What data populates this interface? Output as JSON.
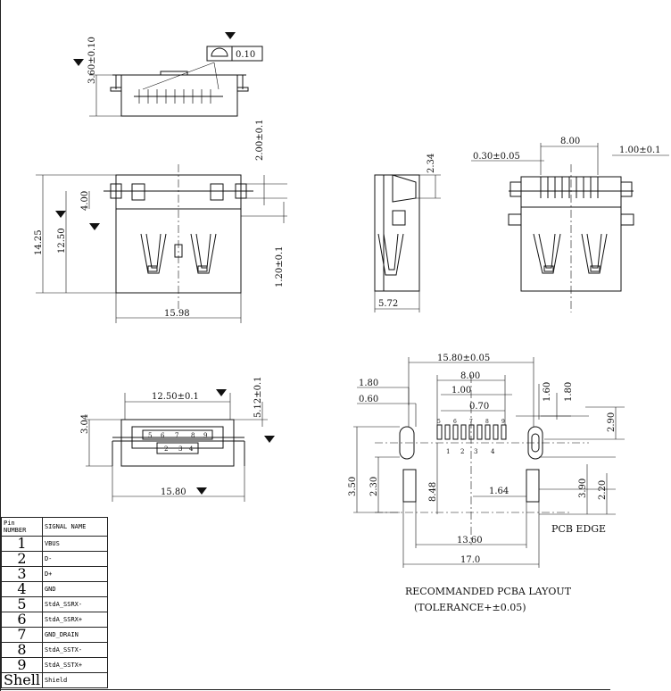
{
  "pin_table": {
    "header_pin": "Pin NUMBER",
    "header_signal": "SIGNAL NAME",
    "rows": [
      {
        "pin": "1",
        "signal": "VBUS"
      },
      {
        "pin": "2",
        "signal": "D-"
      },
      {
        "pin": "3",
        "signal": "D+"
      },
      {
        "pin": "4",
        "signal": "GND"
      },
      {
        "pin": "5",
        "signal": "StdA_SSRX-"
      },
      {
        "pin": "6",
        "signal": "StdA_SSRX+"
      },
      {
        "pin": "7",
        "signal": "GND_DRAIN"
      },
      {
        "pin": "8",
        "signal": "StdA_SSTX-"
      },
      {
        "pin": "9",
        "signal": "StdA_SSTX+"
      },
      {
        "pin": "Shell",
        "signal": "Shield"
      }
    ]
  },
  "dimensions": {
    "side_height": "3.60±0.10",
    "flatness": "0.10",
    "top_tail": "2.00±0.1",
    "overall_len": "14.25",
    "body_len": "12.50",
    "inset": "4.00",
    "tab": "1.20±0.1",
    "width_top": "15.98",
    "side_2_34": "2.34",
    "side_5_72": "5.72",
    "pitch_0_30": "0.30±0.05",
    "span_8_00": "8.00",
    "tail_1_00": "1.00±0.1",
    "front_12_50": "12.50±0.1",
    "front_5_12": "5.12±0.1",
    "front_3_04": "3.04",
    "front_15_80": "15.80",
    "pcb_15_80": "15.80±0.05",
    "pcb_8_00": "8.00",
    "pcb_1_80_top": "1.80",
    "pcb_0_60": "0.60",
    "pcb_1_00": "1.00",
    "pcb_0_70": "0.70",
    "pcb_1_60": "1.60",
    "pcb_1_80_right": "1.80",
    "pcb_2_90": "2.90",
    "pcb_3_50": "3.50",
    "pcb_2_30": "2.30",
    "pcb_8_48": "8.48",
    "pcb_1_64": "1.64",
    "pcb_3_90": "3.90",
    "pcb_2_20": "2.20",
    "pcb_13_60": "13.60",
    "pcb_17_0": "17.0"
  },
  "pcb_pin_labels": [
    "1",
    "2",
    "3",
    "4",
    "5",
    "6",
    "7",
    "8",
    "9"
  ],
  "front_pin_labels": [
    "5",
    "6",
    "8",
    "9",
    "7",
    "2",
    "3",
    "4"
  ],
  "labels": {
    "pcb_edge": "PCB EDGE",
    "layout_title": "RECOMMANDED PCBA LAYOUT",
    "tolerance": "(TOLERANCE+±0.05)"
  }
}
